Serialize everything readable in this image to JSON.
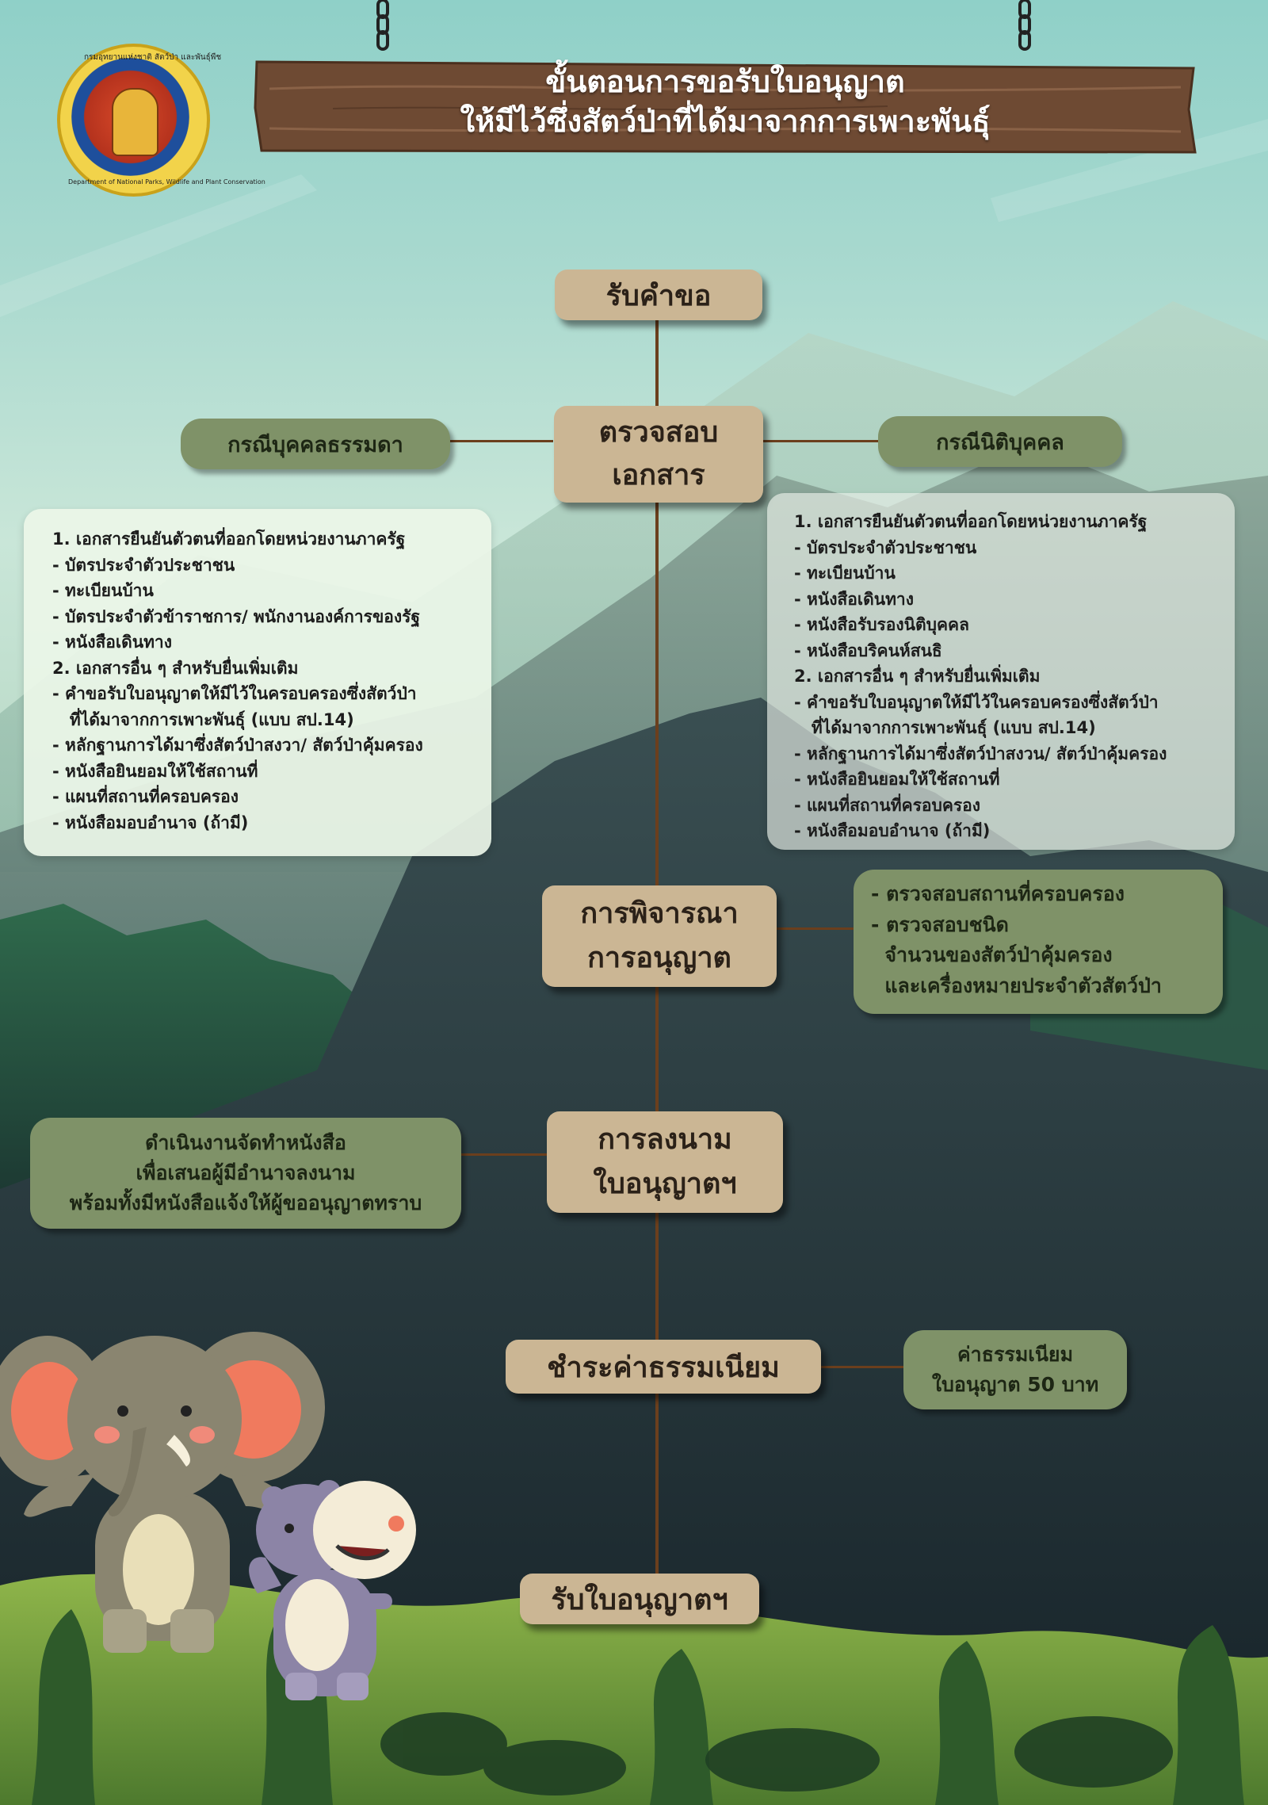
{
  "title": {
    "line1": "ขั้นตอนการขอรับใบอนุญาต",
    "line2": "ให้มีไว้ซึ่งสัตว์ป่าที่ได้มาจากการเพาะพันธุ์"
  },
  "logo": {
    "icon": "department-seal-icon",
    "text_th": "กรมอุทยานแห่งชาติ สัตว์ป่า และพันธุ์พืช",
    "text_en": "Department of National Parks, Wildlife and Plant Conservation"
  },
  "steps": {
    "receive_request": "รับคำขอ",
    "check_docs_line1": "ตรวจสอบ",
    "check_docs_line2": "เอกสาร",
    "consider_line1": "การพิจารณา",
    "consider_line2": "การอนุญาต",
    "sign_line1": "การลงนาม",
    "sign_line2": "ใบอนุญาตฯ",
    "pay_fee": "ชำระค่าธรรมเนียม",
    "receive_license": "รับใบอนุญาตฯ"
  },
  "branches": {
    "individual": "กรณีบุคคลธรรมดา",
    "juristic": "กรณีนิติบุคคล"
  },
  "individual_docs": [
    "1. เอกสารยืนยันตัวตนที่ออกโดยหน่วยงานภาครัฐ",
    "- บัตรประจำตัวประชาชน",
    "- ทะเบียนบ้าน",
    "- บัตรประจำตัวข้าราชการ/ พนักงานองค์การของรัฐ",
    "- หนังสือเดินทาง",
    "2. เอกสารอื่น ๆ สำหรับยื่นเพิ่มเติม",
    "- คำขอรับใบอนุญาตให้มีไว้ในครอบครองซึ่งสัตว์ป่า",
    "   ที่ได้มาจากการเพาะพันธุ์ (แบบ สป.14)",
    "- หลักฐานการได้มาซึ่งสัตว์ป่าสงวา/ สัตว์ป่าคุ้มครอง",
    "- หนังสือยินยอมให้ใช้สถานที่",
    "- แผนที่สถานที่ครอบครอง",
    "- หนังสือมอบอำนาจ (ถ้ามี)"
  ],
  "juristic_docs": [
    "1. เอกสารยืนยันตัวตนที่ออกโดยหน่วยงานภาครัฐ",
    "- บัตรประจำตัวประชาชน",
    "- ทะเบียนบ้าน",
    "- หนังสือเดินทาง",
    "- หนังสือรับรองนิติบุคคล",
    "- หนังสือบริคนห์สนธิ",
    "2. เอกสารอื่น ๆ สำหรับยื่นเพิ่มเติม",
    "- คำขอรับใบอนุญาตให้มีไว้ในครอบครองซึ่งสัตว์ป่า",
    "   ที่ได้มาจากการเพาะพันธุ์ (แบบ สป.14)",
    "- หลักฐานการได้มาซึ่งสัตว์ป่าสงวน/ สัตว์ป่าคุ้มครอง",
    "- หนังสือยินยอมให้ใช้สถานที่",
    "- แผนที่สถานที่ครอบครอง",
    "- หนังสือมอบอำนาจ (ถ้ามี)"
  ],
  "consider_notes": [
    "- ตรวจสอบสถานที่ครอบครอง",
    "- ตรวจสอบชนิด",
    "  จำนวนของสัตว์ป่าคุ้มครอง",
    "  และเครื่องหมายประจำตัวสัตว์ป่า"
  ],
  "sign_notes": [
    "ดำเนินงานจัดทำหนังสือ",
    "เพื่อเสนอผู้มีอำนาจลงนาม",
    "พร้อมทั้งมีหนังสือแจ้งให้ผู้ขออนุญาตทราบ"
  ],
  "fee_notes": [
    "ค่าธรรมเนียม",
    "ใบอนุญาต 50 บาท"
  ],
  "illustrations": {
    "elephant": "elephant-illustration",
    "hippo": "hippo-illustration"
  },
  "colors": {
    "step_box": "#cbb694",
    "note_box": "#7f9268",
    "connector": "#6b3f1d",
    "title_board": "#6e4a33"
  }
}
